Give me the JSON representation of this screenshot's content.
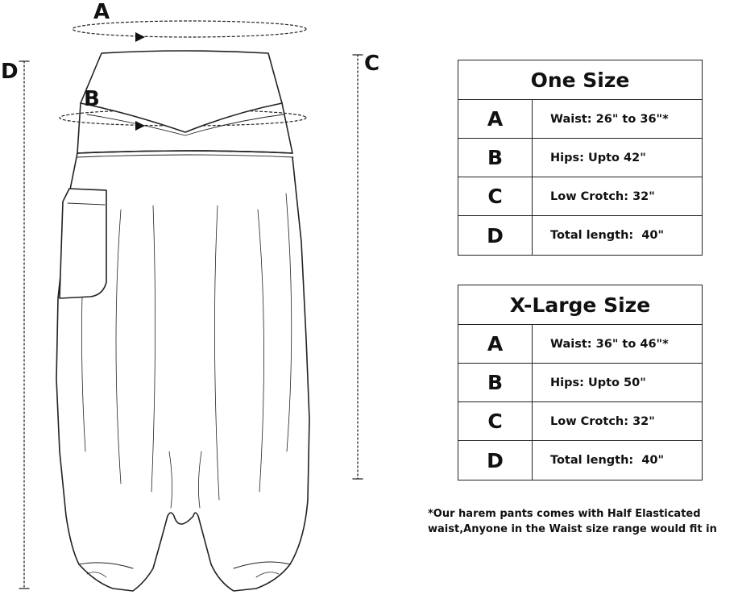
{
  "diagram": {
    "labels": {
      "a": "A",
      "b": "B",
      "c": "C",
      "d": "D"
    }
  },
  "tables": [
    {
      "title": "One Size",
      "rows": [
        {
          "key": "A",
          "value": "Waist: 26\" to 36\"*"
        },
        {
          "key": "B",
          "value": "Hips: Upto 42\""
        },
        {
          "key": "C",
          "value": "Low Crotch: 32\""
        },
        {
          "key": "D",
          "value": "Total length:  40\""
        }
      ]
    },
    {
      "title": "X-Large Size",
      "rows": [
        {
          "key": "A",
          "value": "Waist: 36\" to 46\"*"
        },
        {
          "key": "B",
          "value": "Hips: Upto 50\""
        },
        {
          "key": "C",
          "value": "Low Crotch: 32\""
        },
        {
          "key": "D",
          "value": "Total length:  40\""
        }
      ]
    }
  ],
  "note": {
    "line1": "*Our harem pants comes with Half Elasticated",
    "line2": "waist,Anyone in the Waist size range would fit in"
  }
}
